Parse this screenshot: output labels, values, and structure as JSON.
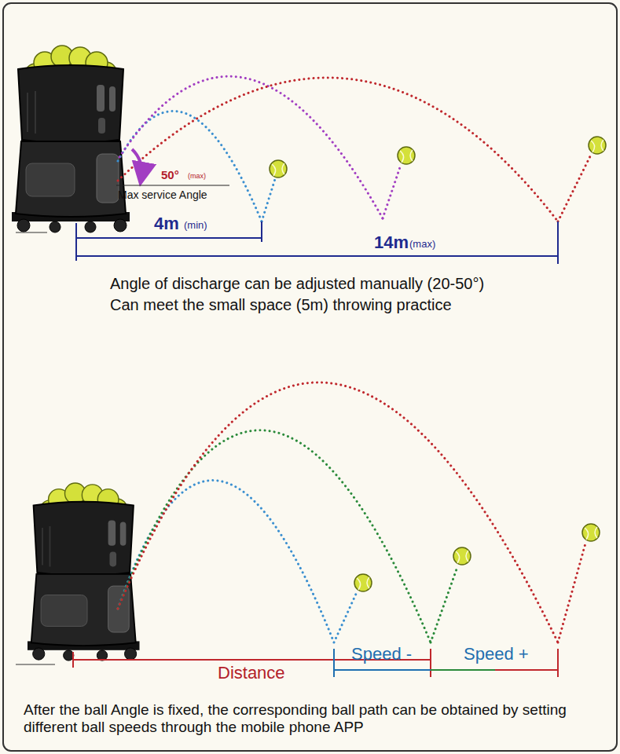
{
  "diagram": {
    "labels": [
      "50°",
      "(max)",
      "Max service Angle",
      "4m",
      "(min)",
      "14m",
      "(max)",
      "Angle of discharge can be adjusted manually (20-50°)",
      "Can meet the small space (5m) throwing practice",
      "Distance",
      "Speed -",
      "Speed +",
      "After the ball Angle is fixed, the corresponding ball path can be obtained by setting different ball speeds through the mobile phone APP"
    ]
  }
}
